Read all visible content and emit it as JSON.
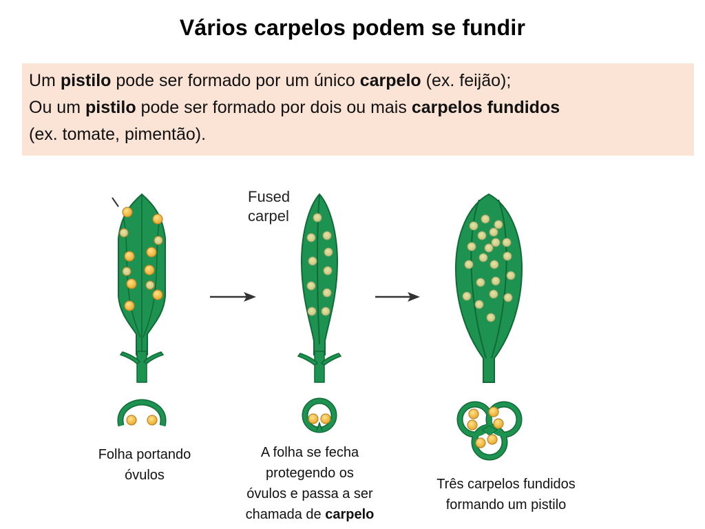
{
  "title": "Vários carpelos podem se fundir",
  "infobox": {
    "line1": {
      "p1": "Um ",
      "b1": "pistilo",
      "p2": " pode ser formado por um único ",
      "b2": "carpelo",
      "p3": " (ex. feijão);"
    },
    "line2": {
      "p1": "Ou um ",
      "b1": "pistilo",
      "p2": " pode ser formado por dois ou mais ",
      "b2": "carpelos fundidos"
    },
    "line3": "(ex. tomate, pimentão)."
  },
  "diagram": {
    "fused_label_line1": "Fused",
    "fused_label_line2": "carpel",
    "colors": {
      "leaf": "#1e9250",
      "leaf_dark": "#0f6b35",
      "ovule": "#f3bd3c",
      "ovule_edge": "#b9862a",
      "arrow": "#333333"
    }
  },
  "captions": {
    "leaf": {
      "line1": "Folha portando",
      "line2": "óvulos"
    },
    "carpel": {
      "line1": "A folha se fecha",
      "line2": "protegendo os",
      "line3": "óvulos e passa a ser",
      "line4_prefix": "chamada de ",
      "line4_bold": "carpelo"
    },
    "pistil": {
      "line1": "Três carpelos fundidos",
      "line2": "formando um pistilo"
    }
  }
}
